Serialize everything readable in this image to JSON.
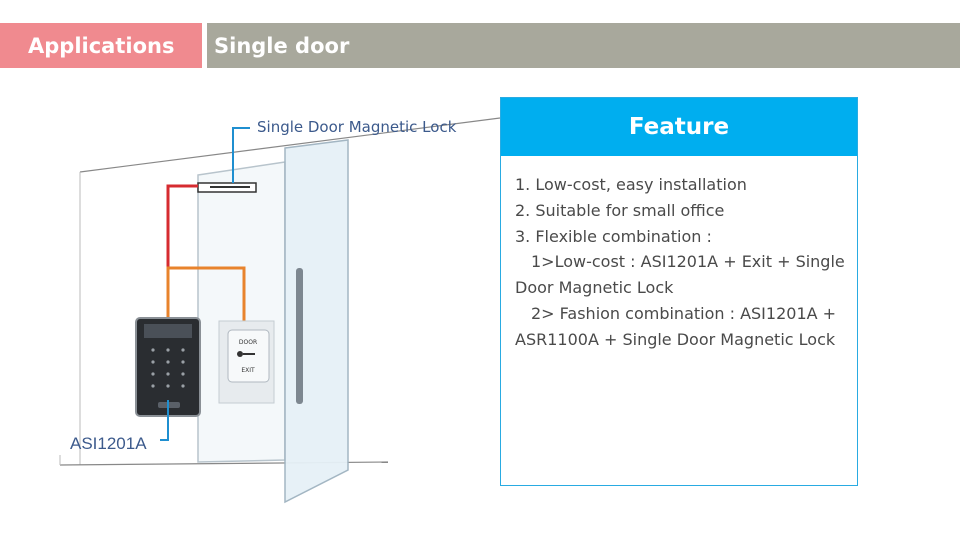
{
  "header": {
    "section_label": "Applications",
    "title": "Single door"
  },
  "diagram": {
    "lock_label": "Single Door Magnetic Lock",
    "device_label": "ASI1201A",
    "exit_button_text": [
      "DOOR",
      "EXIT"
    ],
    "colors": {
      "red_wire": "#d62b30",
      "orange_wire": "#e8832c",
      "blue_line": "#1f8fd0"
    }
  },
  "feature": {
    "heading": "Feature",
    "items": [
      "1. Low-cost, easy installation",
      "2. Suitable for small office",
      "3. Flexible combination :",
      "1>Low-cost : ASI1201A + Exit + Single Door Magnetic Lock",
      "2> Fashion combination : ASI1201A + ASR1100A + Single Door Magnetic Lock"
    ]
  }
}
